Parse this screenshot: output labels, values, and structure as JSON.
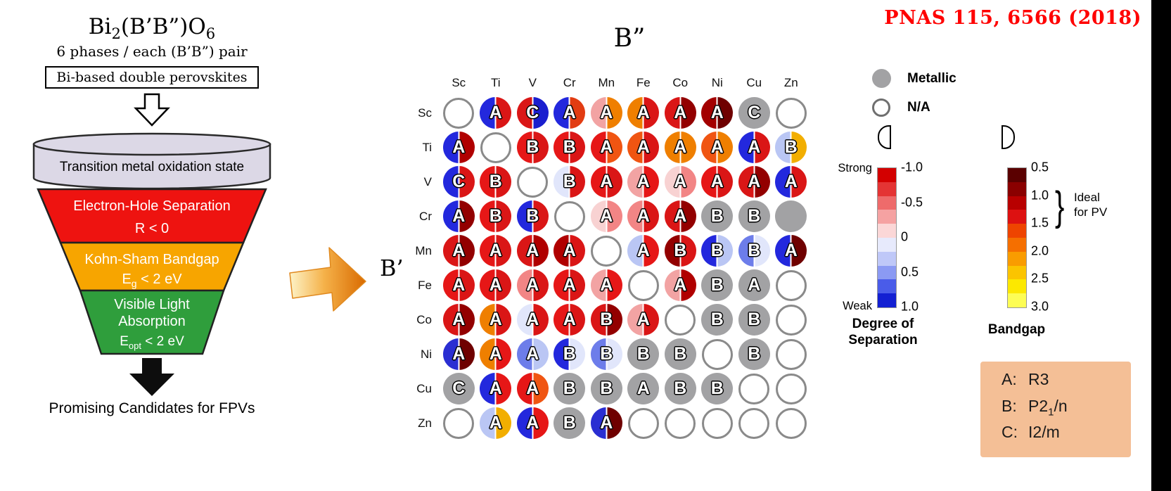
{
  "citation": "PNAS 115, 6566 (2018)",
  "funnel": {
    "title": {
      "pre": "Bi",
      "sub1": "2",
      "mid": "(B’B”)O",
      "sub2": "6"
    },
    "subtitle": "6 phases / each (B’B”) pair",
    "box_label": "Bi-based double perovskites",
    "stage1": {
      "label": "Transition metal oxidation state",
      "color": "#dcd8e6"
    },
    "stage2": {
      "line1": "Electron-Hole Separation",
      "line2": "R < 0",
      "color": "#ee1310"
    },
    "stage3": {
      "line1": "Kohn-Sham Bandgap",
      "e": "E",
      "sub": "g",
      "rest": " < 2 eV",
      "color": "#f7a500"
    },
    "stage4": {
      "line1": "Visible Light",
      "line2": "Absorption",
      "e": "E",
      "sub": "opt",
      "rest": " < 2 eV",
      "color": "#2f9e3c"
    },
    "result": "Promising Candidates for FPVs"
  },
  "chart_data": {
    "type": "heatmap",
    "x_label": "B”",
    "y_label": "B’",
    "columns": [
      "Sc",
      "Ti",
      "V",
      "Cr",
      "Mn",
      "Fe",
      "Co",
      "Ni",
      "Cu",
      "Zn"
    ],
    "rows": [
      "Sc",
      "Ti",
      "V",
      "Cr",
      "Mn",
      "Fe",
      "Co",
      "Ni",
      "Cu",
      "Zn"
    ],
    "encoding": {
      "left_half": "Degree of Separation: red = Strong (-1.0), white = 0, blue = Weak (1.0)",
      "right_half": "Bandgap (eV): dark red = 0.5, red = 1.5, orange = 2.0-2.5, yellow = 3.0",
      "letter": "space group: A = R3, B = P21/n, C = I2/m",
      "gray_circle": "Metallic",
      "empty_circle": "N/A"
    },
    "cells": [
      [
        {
          "t": "n"
        },
        {
          "t": "s",
          "l": "#2328dd",
          "r": "#da1616",
          "g": "A"
        },
        {
          "t": "s",
          "l": "#da1616",
          "r": "#1a1ecf",
          "g": "C"
        },
        {
          "t": "s",
          "l": "#2328dd",
          "r": "#e23c12",
          "g": "A"
        },
        {
          "t": "s",
          "l": "#f2a3a3",
          "r": "#ef7f00",
          "g": "A"
        },
        {
          "t": "s",
          "l": "#ef7f00",
          "r": "#da1616",
          "g": "A"
        },
        {
          "t": "s",
          "l": "#da1616",
          "r": "#930000",
          "g": "A"
        },
        {
          "t": "s",
          "l": "#a30000",
          "r": "#6f0000",
          "g": "A"
        },
        {
          "t": "m",
          "g": "C"
        },
        {
          "t": "n"
        }
      ],
      [
        {
          "t": "s",
          "l": "#2328dd",
          "r": "#b00000",
          "g": "A"
        },
        {
          "t": "n"
        },
        {
          "t": "s",
          "l": "#e61717",
          "r": "#da1616",
          "g": "B"
        },
        {
          "t": "s",
          "l": "#e61717",
          "r": "#da1616",
          "g": "B"
        },
        {
          "t": "s",
          "l": "#e61717",
          "r": "#f05512",
          "g": "A"
        },
        {
          "t": "s",
          "l": "#f05512",
          "r": "#da1616",
          "g": "A"
        },
        {
          "t": "s",
          "l": "#ef7f00",
          "r": "#ef7f00",
          "g": "A"
        },
        {
          "t": "s",
          "l": "#f05512",
          "r": "#ef7f00",
          "g": "A"
        },
        {
          "t": "s",
          "l": "#2328dd",
          "r": "#da1616",
          "g": "A"
        },
        {
          "t": "s",
          "l": "#bac6f4",
          "r": "#f2ae00",
          "g": "B"
        }
      ],
      [
        {
          "t": "s",
          "l": "#2328dd",
          "r": "#da1616",
          "g": "C"
        },
        {
          "t": "s",
          "l": "#e61717",
          "r": "#da1616",
          "g": "B"
        },
        {
          "t": "n"
        },
        {
          "t": "s",
          "l": "#e1e6fb",
          "r": "#da1616",
          "g": "B"
        },
        {
          "t": "s",
          "l": "#e61717",
          "r": "#da1616",
          "g": "A"
        },
        {
          "t": "s",
          "l": "#f2a3a3",
          "r": "#e61717",
          "g": "A"
        },
        {
          "t": "s",
          "l": "#f8d2d2",
          "r": "#f28585",
          "g": "A"
        },
        {
          "t": "s",
          "l": "#e61717",
          "r": "#da1616",
          "g": "A"
        },
        {
          "t": "s",
          "l": "#da1616",
          "r": "#930000",
          "g": "A"
        },
        {
          "t": "s",
          "l": "#2328dd",
          "r": "#da1616",
          "g": "A"
        }
      ],
      [
        {
          "t": "s",
          "l": "#2328dd",
          "r": "#930000",
          "g": "A"
        },
        {
          "t": "s",
          "l": "#e61717",
          "r": "#da1616",
          "g": "B"
        },
        {
          "t": "s",
          "l": "#2328dd",
          "r": "#da1616",
          "g": "B"
        },
        {
          "t": "n"
        },
        {
          "t": "s",
          "l": "#f8d2d2",
          "r": "#f28585",
          "g": "A"
        },
        {
          "t": "s",
          "l": "#f28585",
          "r": "#da1616",
          "g": "A"
        },
        {
          "t": "s",
          "l": "#da1616",
          "r": "#930000",
          "g": "A"
        },
        {
          "t": "m",
          "g": "B"
        },
        {
          "t": "m",
          "g": "B"
        },
        {
          "t": "m"
        }
      ],
      [
        {
          "t": "s",
          "l": "#da1616",
          "r": "#930000",
          "g": "A"
        },
        {
          "t": "s",
          "l": "#e61717",
          "r": "#da1616",
          "g": "A"
        },
        {
          "t": "s",
          "l": "#da1616",
          "r": "#b00000",
          "g": "A"
        },
        {
          "t": "s",
          "l": "#b00000",
          "r": "#da1616",
          "g": "A"
        },
        {
          "t": "n"
        },
        {
          "t": "s",
          "l": "#bac6f4",
          "r": "#e61717",
          "g": "A"
        },
        {
          "t": "s",
          "l": "#930000",
          "r": "#da1616",
          "g": "B"
        },
        {
          "t": "s",
          "l": "#2328dd",
          "r": "#bac6f4",
          "g": "B"
        },
        {
          "t": "s",
          "l": "#6d7dea",
          "r": "#e1e6fb",
          "g": "B"
        },
        {
          "t": "s",
          "l": "#2328dd",
          "r": "#6f0000",
          "g": "A"
        }
      ],
      [
        {
          "t": "s",
          "l": "#e61717",
          "r": "#da1616",
          "g": "A"
        },
        {
          "t": "s",
          "l": "#e61717",
          "r": "#da1616",
          "g": "A"
        },
        {
          "t": "s",
          "l": "#f28585",
          "r": "#da1616",
          "g": "A"
        },
        {
          "t": "s",
          "l": "#e61717",
          "r": "#da1616",
          "g": "A"
        },
        {
          "t": "s",
          "l": "#f2a3a3",
          "r": "#e61717",
          "g": "A"
        },
        {
          "t": "n"
        },
        {
          "t": "s",
          "l": "#f2a3a3",
          "r": "#b00000",
          "g": "A"
        },
        {
          "t": "m",
          "g": "B"
        },
        {
          "t": "m",
          "g": "A"
        },
        {
          "t": "n"
        }
      ],
      [
        {
          "t": "s",
          "l": "#da1616",
          "r": "#930000",
          "g": "A"
        },
        {
          "t": "s",
          "l": "#ef7f00",
          "r": "#da1616",
          "g": "A"
        },
        {
          "t": "s",
          "l": "#e1e6fb",
          "r": "#da1616",
          "g": "A"
        },
        {
          "t": "s",
          "l": "#e61717",
          "r": "#da1616",
          "g": "A"
        },
        {
          "t": "s",
          "l": "#da1616",
          "r": "#930000",
          "g": "B"
        },
        {
          "t": "s",
          "l": "#f2a3a3",
          "r": "#da1616",
          "g": "A"
        },
        {
          "t": "n"
        },
        {
          "t": "m",
          "g": "B"
        },
        {
          "t": "m",
          "g": "B"
        },
        {
          "t": "n"
        }
      ],
      [
        {
          "t": "s",
          "l": "#2a2ed2",
          "r": "#6f0000",
          "g": "A"
        },
        {
          "t": "s",
          "l": "#ef7f00",
          "r": "#e61717",
          "g": "A"
        },
        {
          "t": "s",
          "l": "#6d7dea",
          "r": "#bac6f4",
          "g": "A"
        },
        {
          "t": "s",
          "l": "#2328dd",
          "r": "#e1e6fb",
          "g": "B"
        },
        {
          "t": "s",
          "l": "#6d7dea",
          "r": "#e1e6fb",
          "g": "B"
        },
        {
          "t": "m",
          "g": "B"
        },
        {
          "t": "m",
          "g": "B"
        },
        {
          "t": "n"
        },
        {
          "t": "m",
          "g": "B"
        },
        {
          "t": "n"
        }
      ],
      [
        {
          "t": "m",
          "g": "C"
        },
        {
          "t": "s",
          "l": "#2328dd",
          "r": "#e61717",
          "g": "A"
        },
        {
          "t": "s",
          "l": "#e61717",
          "r": "#f05512",
          "g": "A"
        },
        {
          "t": "m",
          "g": "B"
        },
        {
          "t": "m",
          "g": "B"
        },
        {
          "t": "m",
          "g": "A"
        },
        {
          "t": "m",
          "g": "B"
        },
        {
          "t": "m",
          "g": "B"
        },
        {
          "t": "n"
        },
        {
          "t": "n"
        }
      ],
      [
        {
          "t": "n"
        },
        {
          "t": "s",
          "l": "#bac6f4",
          "r": "#f2ae00",
          "g": "A"
        },
        {
          "t": "s",
          "l": "#2328dd",
          "r": "#e61717",
          "g": "A"
        },
        {
          "t": "m",
          "g": "B"
        },
        {
          "t": "s",
          "l": "#2a2ed2",
          "r": "#6f0000",
          "g": "A"
        },
        {
          "t": "n"
        },
        {
          "t": "n"
        },
        {
          "t": "n"
        },
        {
          "t": "n"
        },
        {
          "t": "n"
        }
      ]
    ]
  },
  "legend": {
    "metallic_label": "Metallic",
    "na_label": "N/A",
    "separation": {
      "strong_label": "Strong",
      "weak_label": "Weak",
      "ticks": [
        "-1.0",
        "-0.5",
        "0",
        "0.5",
        "1.0"
      ],
      "title_line1": "Degree of",
      "title_line2": "Separation",
      "colors": [
        "#d30000",
        "#e43434",
        "#ee6b6b",
        "#f5a2a2",
        "#fbd7d7",
        "#e7eafc",
        "#bfc8f8",
        "#8b9af3",
        "#4a5ce9",
        "#1320d2"
      ]
    },
    "bandgap": {
      "ticks": [
        "0.5",
        "1.0",
        "1.5",
        "2.0",
        "2.5",
        "3.0"
      ],
      "title": "Bandgap",
      "ideal_bracket": "}",
      "ideal_line1": "Ideal",
      "ideal_line2": "for PV",
      "colors": [
        "#5a0000",
        "#8a0000",
        "#b80000",
        "#dd1111",
        "#ee4400",
        "#f56f00",
        "#f99c00",
        "#fbc400",
        "#fce800",
        "#fdfd55"
      ]
    },
    "spacegroups": {
      "bg": "#f4bf96",
      "items": [
        {
          "key": "A:",
          "pre": "R3",
          "sub": "",
          "post": ""
        },
        {
          "key": "B:",
          "pre": "P2",
          "sub": "1",
          "post": "/n"
        },
        {
          "key": "C:",
          "pre": "I2",
          "sub": "",
          "post": "/m"
        }
      ]
    }
  }
}
